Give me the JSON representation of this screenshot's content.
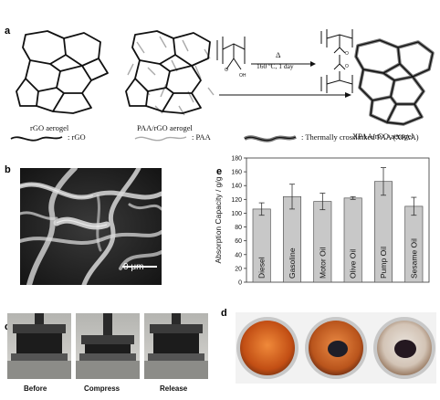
{
  "panel_a": {
    "letter": "a",
    "label_rgo": "rGO aerogel",
    "label_paa_rgo": "PAA/rGO aerogel",
    "label_xpaa": "XPAA/rGO aerogel",
    "reaction_heat": "Δ",
    "reaction_cond": "160 ºC, 1 day",
    "legend_rgo": ": rGO",
    "legend_paa": ": PAA",
    "legend_xpaa": ": Thermally crosslinked PAA (XPAA)"
  },
  "panel_b": {
    "letter": "b",
    "scale_label": "0 μm"
  },
  "panel_c": {
    "letter": "c",
    "captions": [
      "Before",
      "Compress",
      "Release"
    ]
  },
  "panel_d": {
    "letter": "d"
  },
  "panel_e": {
    "letter": "e"
  },
  "colors": {
    "bar_fill": "#c8c8c8",
    "oil_orange": "#d9661e"
  },
  "chart_data": {
    "type": "bar",
    "categories": [
      "Diesel",
      "Gasoline",
      "Motor Oil",
      "Olive Oil",
      "Pump Oil",
      "Sesame Oil"
    ],
    "values": [
      106,
      124,
      117,
      122,
      146,
      110
    ],
    "errors": [
      9,
      18,
      12,
      2,
      20,
      13
    ],
    "title": "",
    "xlabel": "",
    "ylabel": "Absorption Capacity / g/g",
    "ylim": [
      0,
      180
    ],
    "yticks": [
      0,
      20,
      40,
      60,
      80,
      100,
      120,
      140,
      160,
      180
    ],
    "grid": false
  }
}
